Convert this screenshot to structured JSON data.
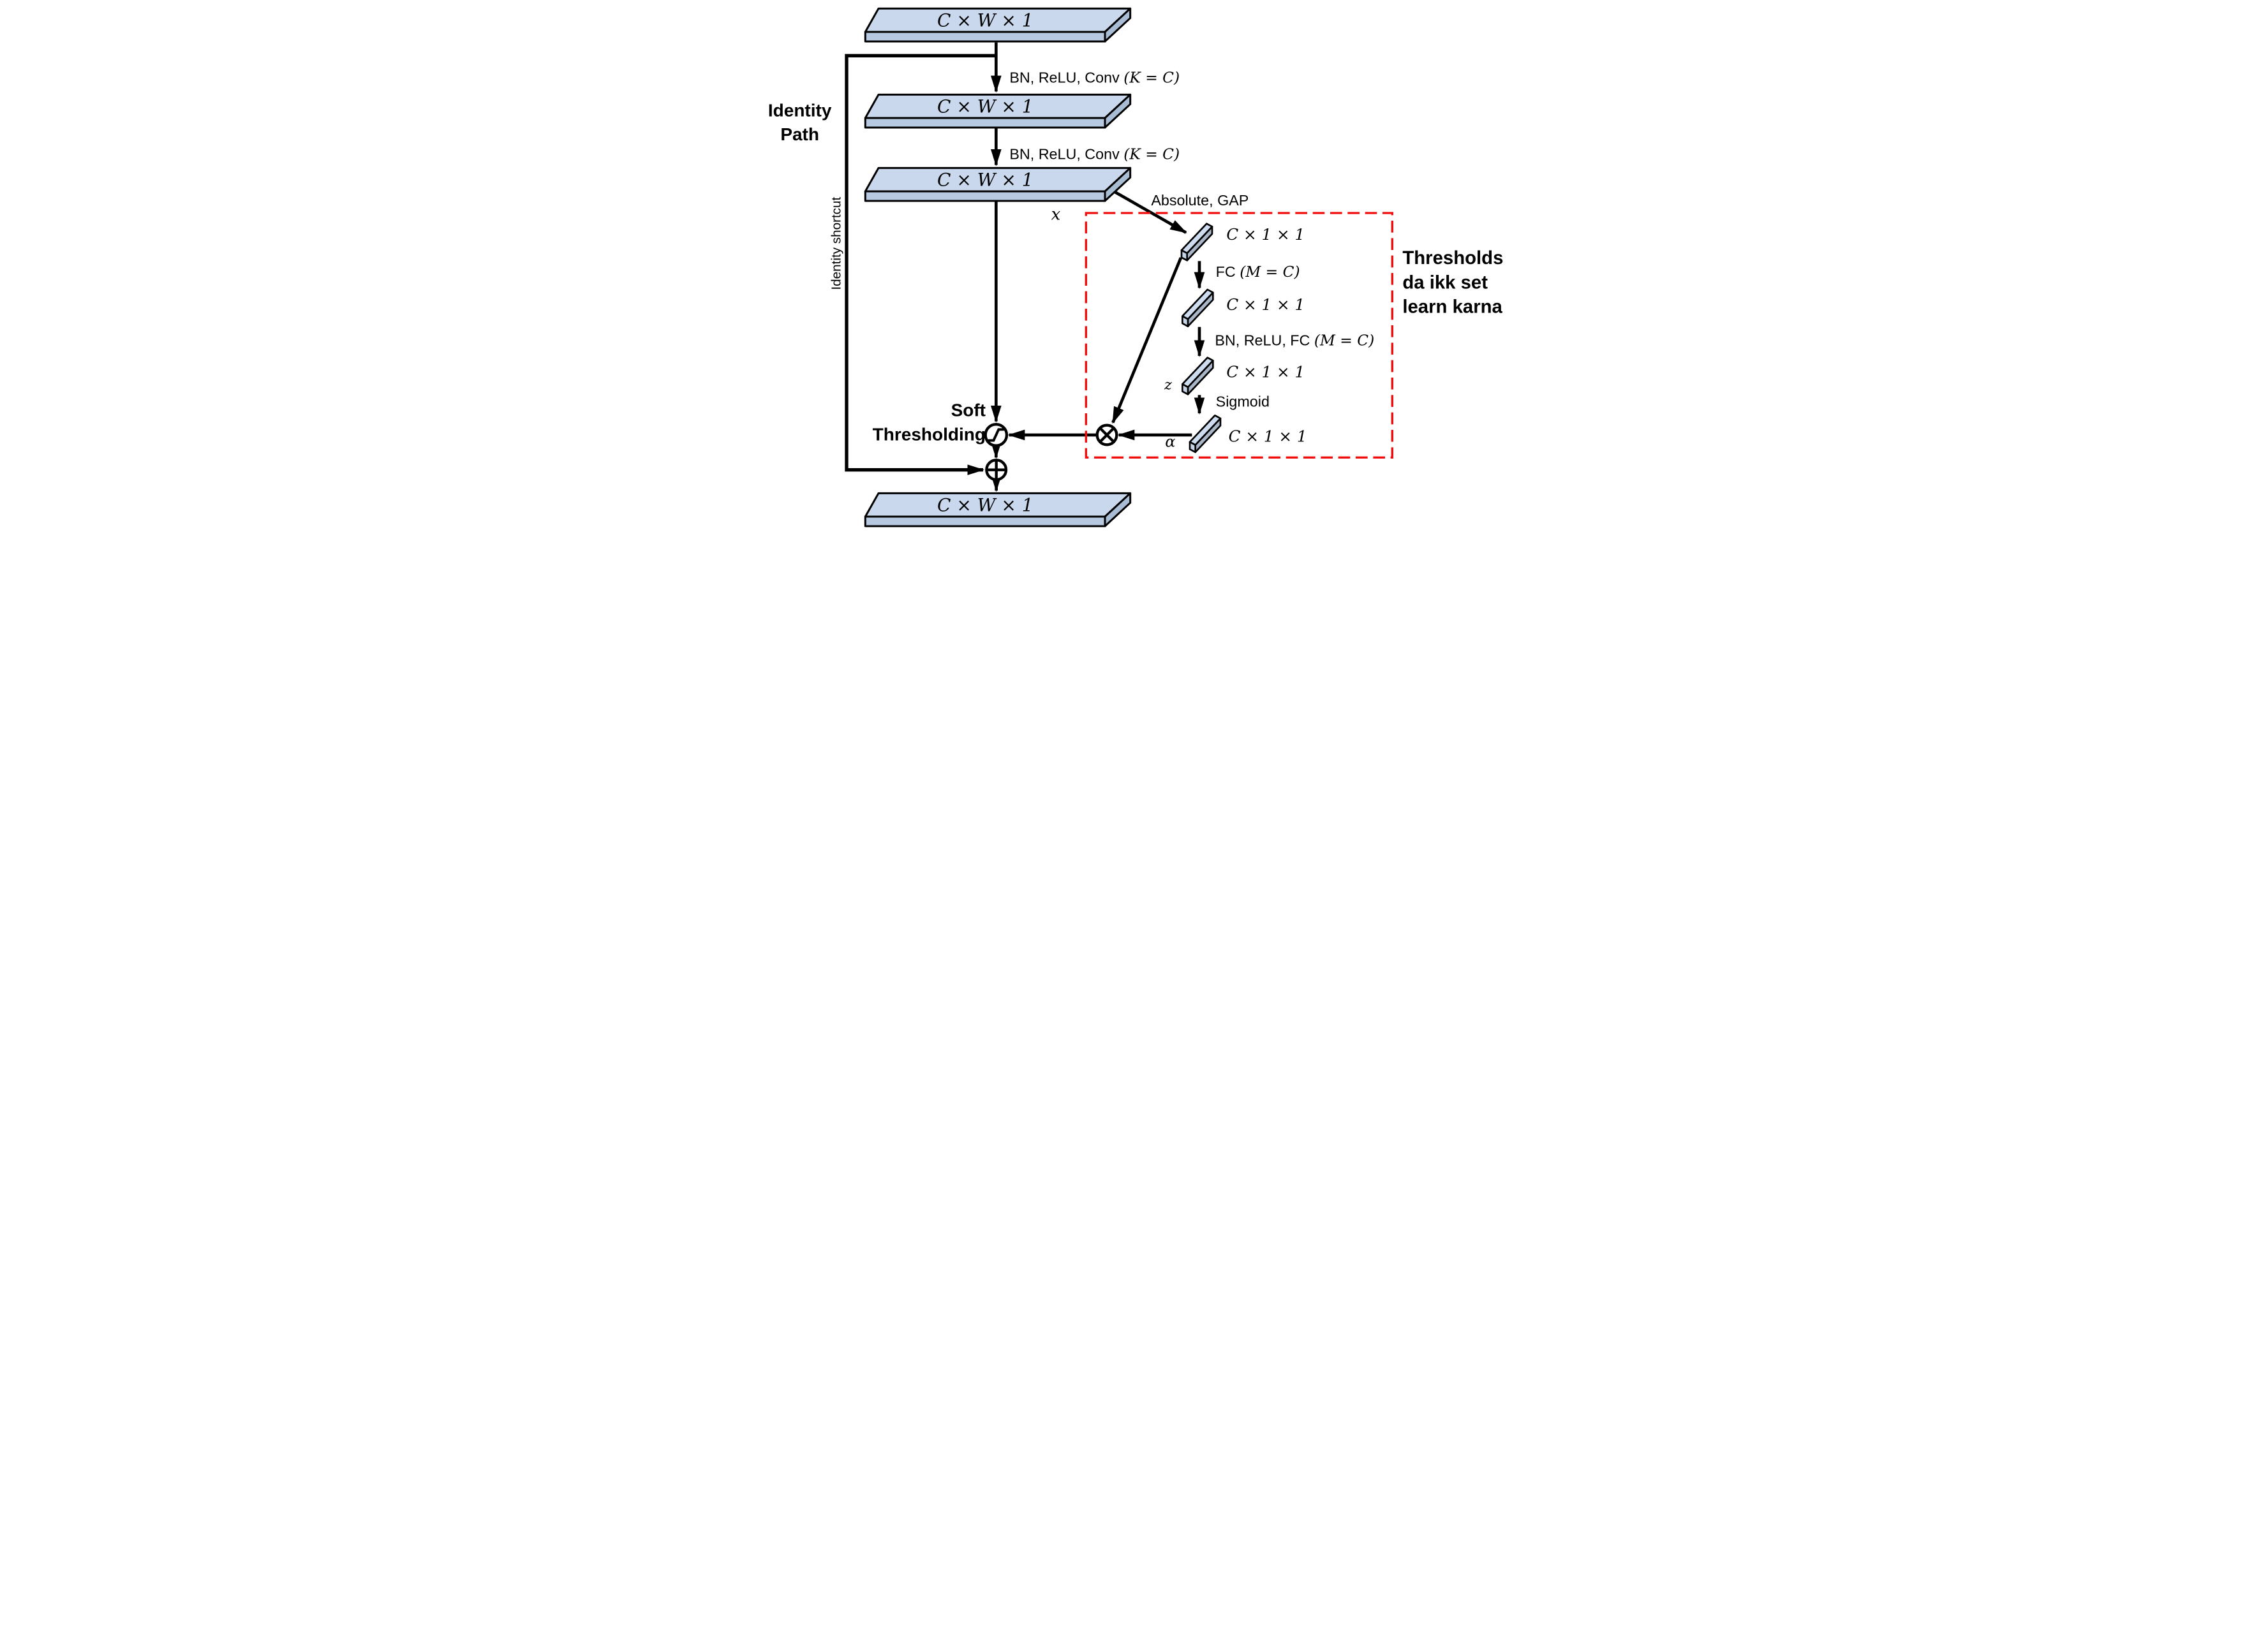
{
  "diagram": {
    "slabs": {
      "input": "C × W × 1",
      "mid1": "C × W × 1",
      "mid2": "C × W × 1",
      "output": "C × W × 1"
    },
    "edge_labels": {
      "conv1_plain": "BN, ReLU, Conv ",
      "conv1_math": "(K = C)",
      "conv2_plain": "BN, ReLU, Conv ",
      "conv2_math": "(K = C)",
      "absolute_gap": "Absolute, GAP",
      "fc_plain": "FC ",
      "fc_math": "(M = C)",
      "bn_fc_plain": "BN, ReLU, FC ",
      "bn_fc_math": "(M = C)",
      "sigmoid": "Sigmoid"
    },
    "vectors": {
      "gap_out": "C × 1 × 1",
      "fc1_out": "C × 1 × 1",
      "fc2_out": "C × 1 × 1",
      "alpha_out": "C × 1 × 1"
    },
    "variables": {
      "x": "x",
      "z": "z",
      "alpha": "α"
    },
    "annotations": {
      "identity_path_line1": "Identity",
      "identity_path_line2": "Path",
      "identity_shortcut": "Identity shortcut",
      "soft_line1": "Soft",
      "soft_line2": "Thresholding",
      "thresholds_line1": "Thresholds",
      "thresholds_line2": "da ikk set",
      "thresholds_line3": "learn karna"
    },
    "colors": {
      "slab_top": "#c9d8ec",
      "slab_front": "#b7c9e0",
      "slab_side": "#a8bcd4",
      "bar_top": "#cedcef",
      "bar_side": "#a9b6c8",
      "bar_cap": "#c6d4e8",
      "outline": "#000000",
      "red": "#f20d0d"
    }
  }
}
